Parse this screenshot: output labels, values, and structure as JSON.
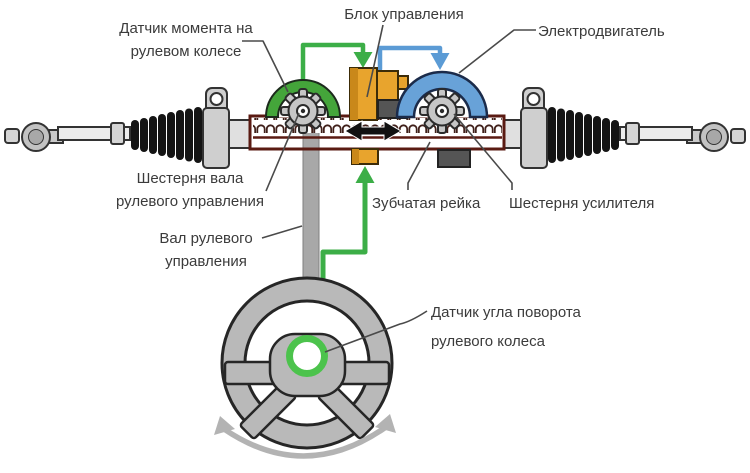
{
  "labels": {
    "torque_sensor_line1": "Датчик момента на",
    "torque_sensor_line2": "рулевом колесе",
    "control_unit": "Блок управления",
    "electric_motor": "Электродвигатель",
    "shaft_pinion_line1": "Шестерня вала",
    "shaft_pinion_line2": "рулевого управления",
    "steering_shaft_line1": "Вал рулевого",
    "steering_shaft_line2": "управления",
    "rack": "Зубчатая рейка",
    "assist_pinion": "Шестерня усилителя",
    "angle_sensor_line1": "Датчик угла поворота",
    "angle_sensor_line2": "рулевого колеса"
  },
  "colors": {
    "signal_green": "#3cae47",
    "motor_blue": "#5b9bd5",
    "motor_arc_blue": "#68a2d8",
    "torque_arc_green": "#44a53a",
    "control_unit_orange": "#e8a42d",
    "rack_housing_maroon": "#5a1a12",
    "part_gray": "#d5d5d5",
    "wheel_gray": "#b9b9b9",
    "dark_block_gray": "#555555",
    "outline": "#262626",
    "label_text": "#3b3b3b",
    "leader_line": "#4a4a4a",
    "rotation_arrow_gray": "#b3b3b3",
    "background": "#ffffff"
  }
}
